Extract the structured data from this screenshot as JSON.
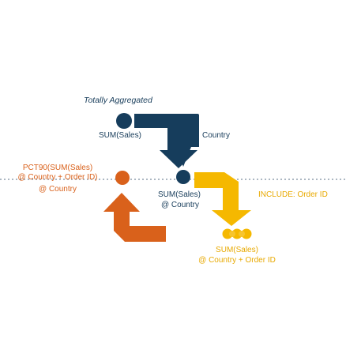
{
  "colors": {
    "navy": "#163d5c",
    "orange": "#d9611b",
    "gold": "#f5b800",
    "dots": "#5a6f86"
  },
  "labels": {
    "totally_aggregated": "Totally Aggregated",
    "top_sum_sales": "SUM(Sales)",
    "country": "Country",
    "pct90_line1": "PCT90(SUM(Sales)",
    "pct90_line2": "@ Country + Order ID)",
    "pct90_line3": "@ Country",
    "mid_sum_sales": "SUM(Sales)",
    "mid_at_country": "@ Country",
    "include_order_id": "INCLUDE: Order ID",
    "bottom_sum_sales": "SUM(Sales)",
    "bottom_at_country_order": "@ Country + Order ID"
  }
}
